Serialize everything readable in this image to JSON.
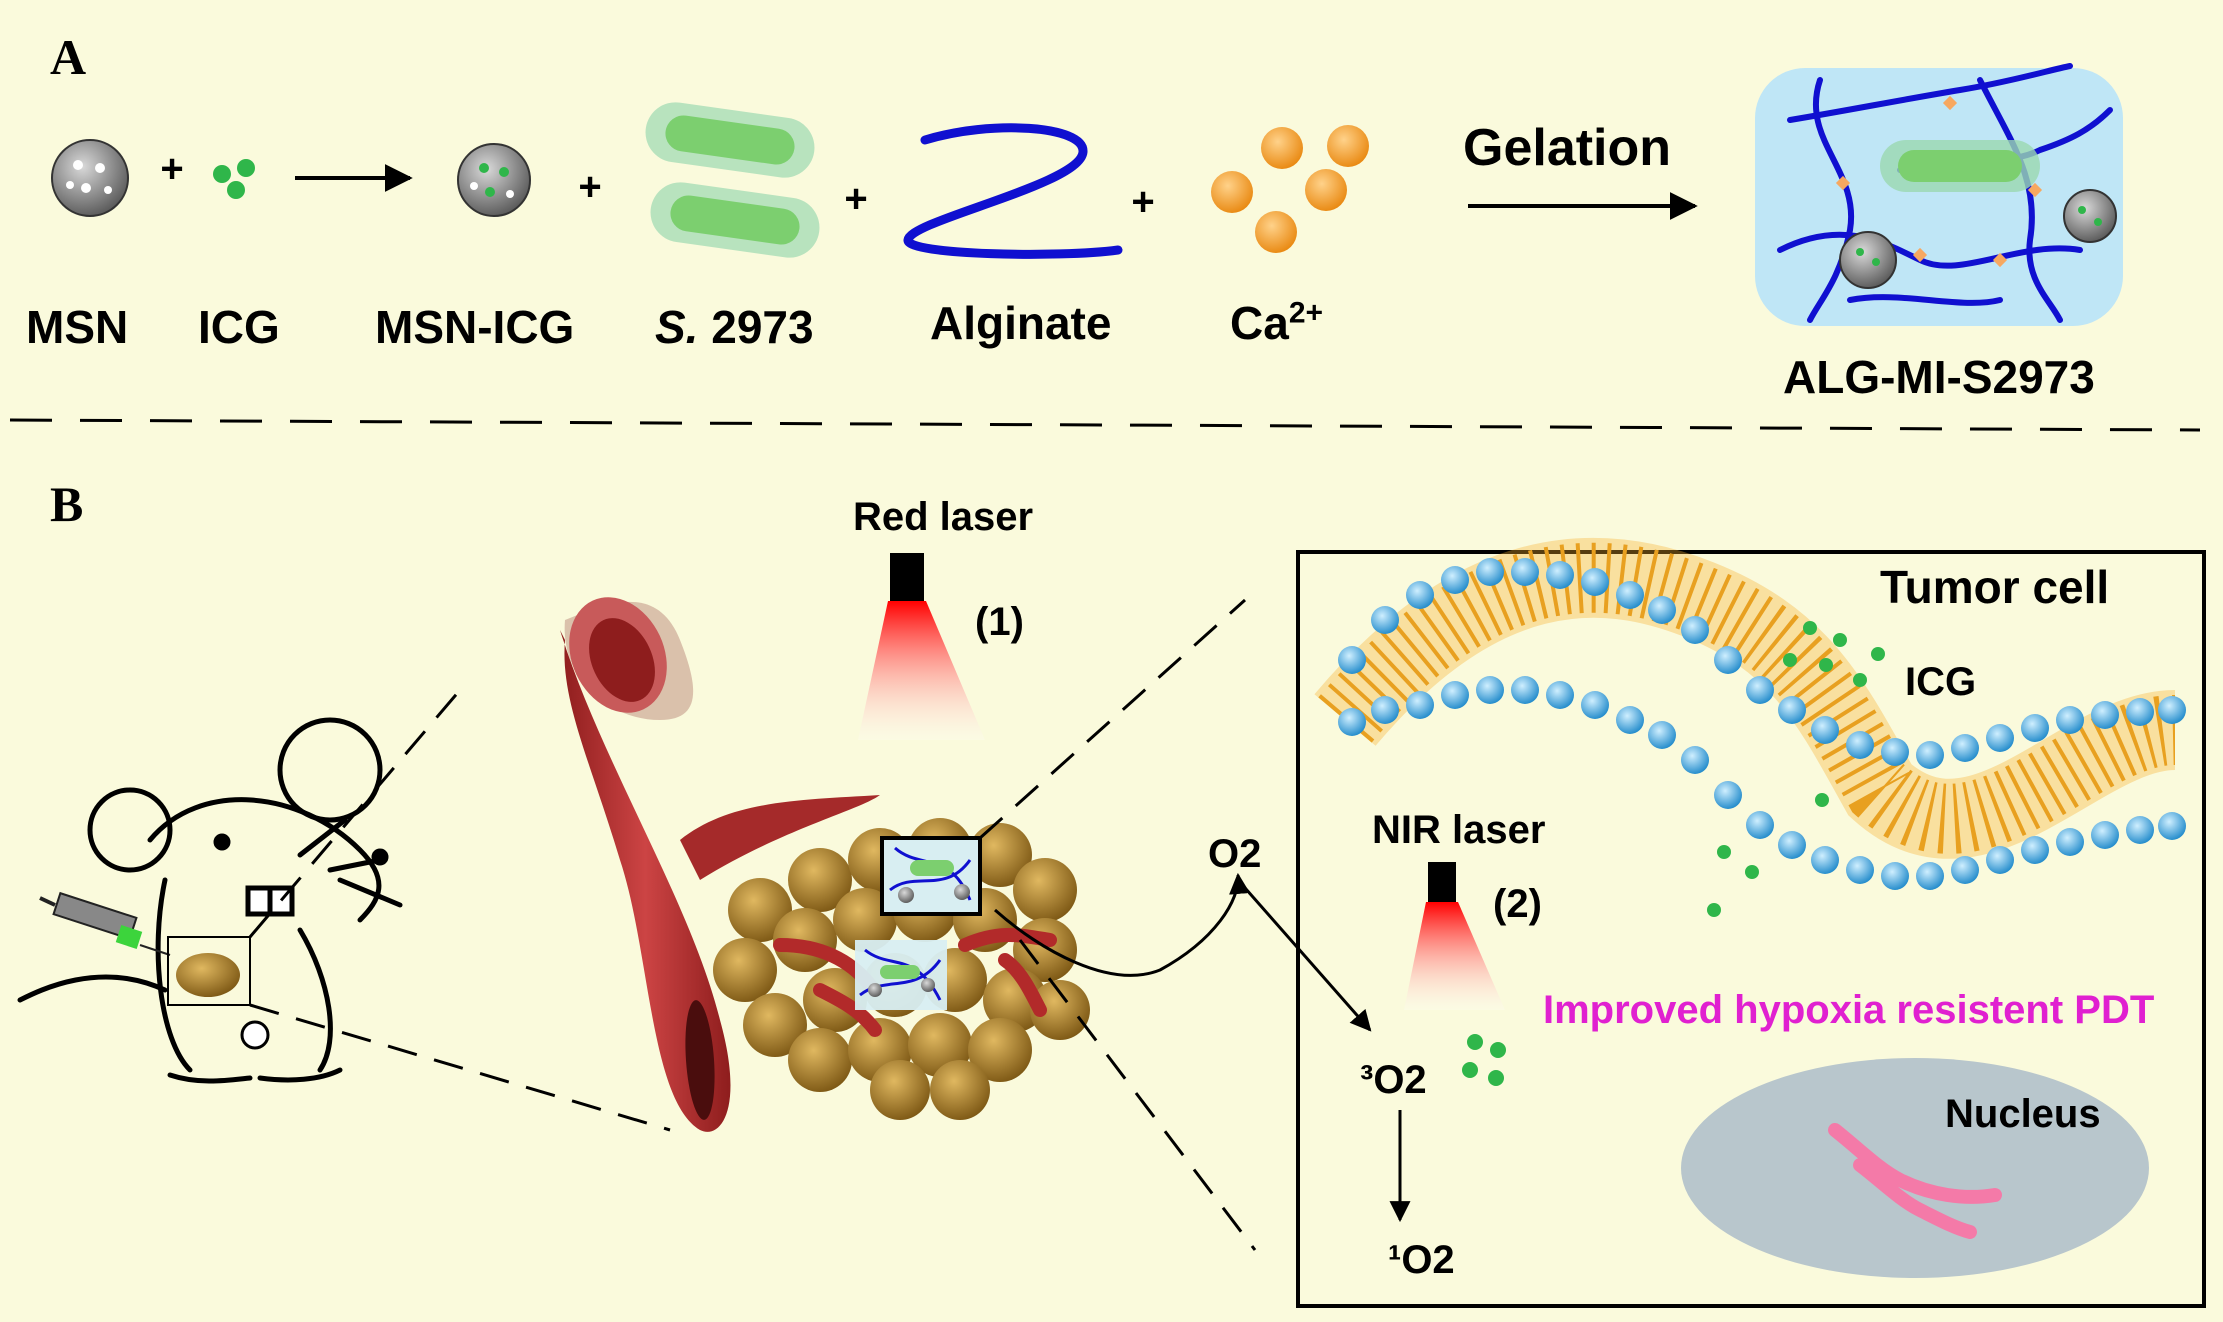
{
  "panel_a": {
    "letter": "A",
    "labels": {
      "msn": "MSN",
      "icg": "ICG",
      "msn_icg": "MSN-ICG",
      "strain_prefix": "S.",
      "strain_num": "2973",
      "alginate": "Alginate",
      "ca": "Ca",
      "ca_sup": "2+",
      "product": "ALG-MI-S2973"
    },
    "plus": "+",
    "arrow_label": "Gelation"
  },
  "panel_b": {
    "letter": "B",
    "red_laser": "Red laser",
    "step1": "(1)",
    "o2": "O2",
    "nir_laser": "NIR laser",
    "step2": "(2)",
    "triplet_o2": "³O2",
    "singlet_o2": "¹O2",
    "tumor_cell": "Tumor cell",
    "icg": "ICG",
    "improved": "Improved hypoxia resistent PDT",
    "nucleus": "Nucleus"
  },
  "colors": {
    "background": "#fafadc",
    "alginate": "#1010d0",
    "icg": "#2fb64a",
    "calcium": "#f7941d",
    "vessel": "#a52a2a",
    "tumor": "#a97c1f",
    "improved_text": "#e020d0",
    "nucleus": "#b8c6cc"
  }
}
